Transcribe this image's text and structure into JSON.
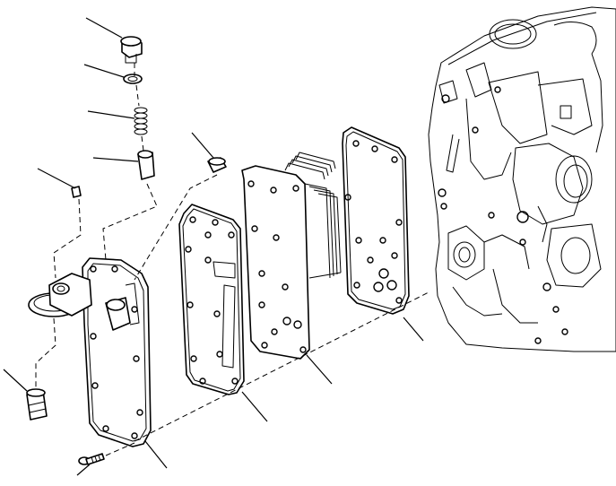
{
  "figure": {
    "type": "exploded-parts-diagram",
    "background": "#ffffff",
    "ink": "#000000",
    "parts": [
      {
        "name": "plug"
      },
      {
        "name": "washer"
      },
      {
        "name": "spring"
      },
      {
        "name": "valve"
      },
      {
        "name": "small-plug"
      },
      {
        "name": "bolt"
      },
      {
        "name": "dowel"
      },
      {
        "name": "cooler-cover"
      },
      {
        "name": "gasket-outer"
      },
      {
        "name": "cooler-core"
      },
      {
        "name": "gasket-inner"
      },
      {
        "name": "engine-block"
      },
      {
        "name": "cap-screw"
      }
    ]
  }
}
